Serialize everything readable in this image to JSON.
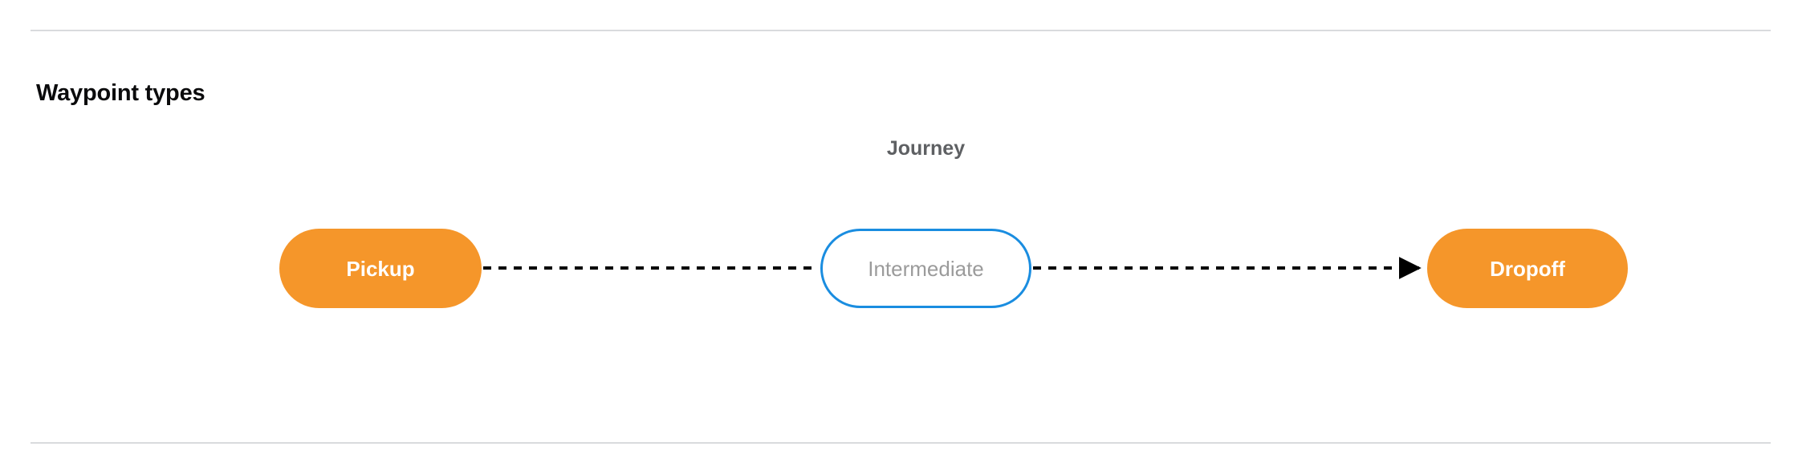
{
  "section": {
    "title": "Waypoint types"
  },
  "diagram": {
    "caption": "Journey",
    "nodes": [
      {
        "id": "pickup",
        "label": "Pickup",
        "style": "terminal",
        "fill": "#f5962a",
        "text_color": "#ffffff"
      },
      {
        "id": "intermediate",
        "label": "Intermediate",
        "style": "intermediate",
        "fill": "#ffffff",
        "text_color": "#9b9b9b",
        "border_color": "#1a8de0"
      },
      {
        "id": "dropoff",
        "label": "Dropoff",
        "style": "terminal",
        "fill": "#f5962a",
        "text_color": "#ffffff"
      }
    ],
    "connectors": [
      {
        "id": "pickup-to-intermediate",
        "from": "pickup",
        "to": "intermediate",
        "line": "dashed",
        "arrowhead": "none",
        "color": "#000000"
      },
      {
        "id": "intermediate-to-dropoff",
        "from": "intermediate",
        "to": "dropoff",
        "line": "dashed",
        "arrowhead": "right",
        "color": "#000000"
      }
    ]
  },
  "colors": {
    "divider": "#d9dbdd",
    "accent_orange": "#f5962a",
    "accent_blue": "#1a8de0",
    "caption_gray": "#5e6063",
    "title_black": "#0b0b0c"
  }
}
